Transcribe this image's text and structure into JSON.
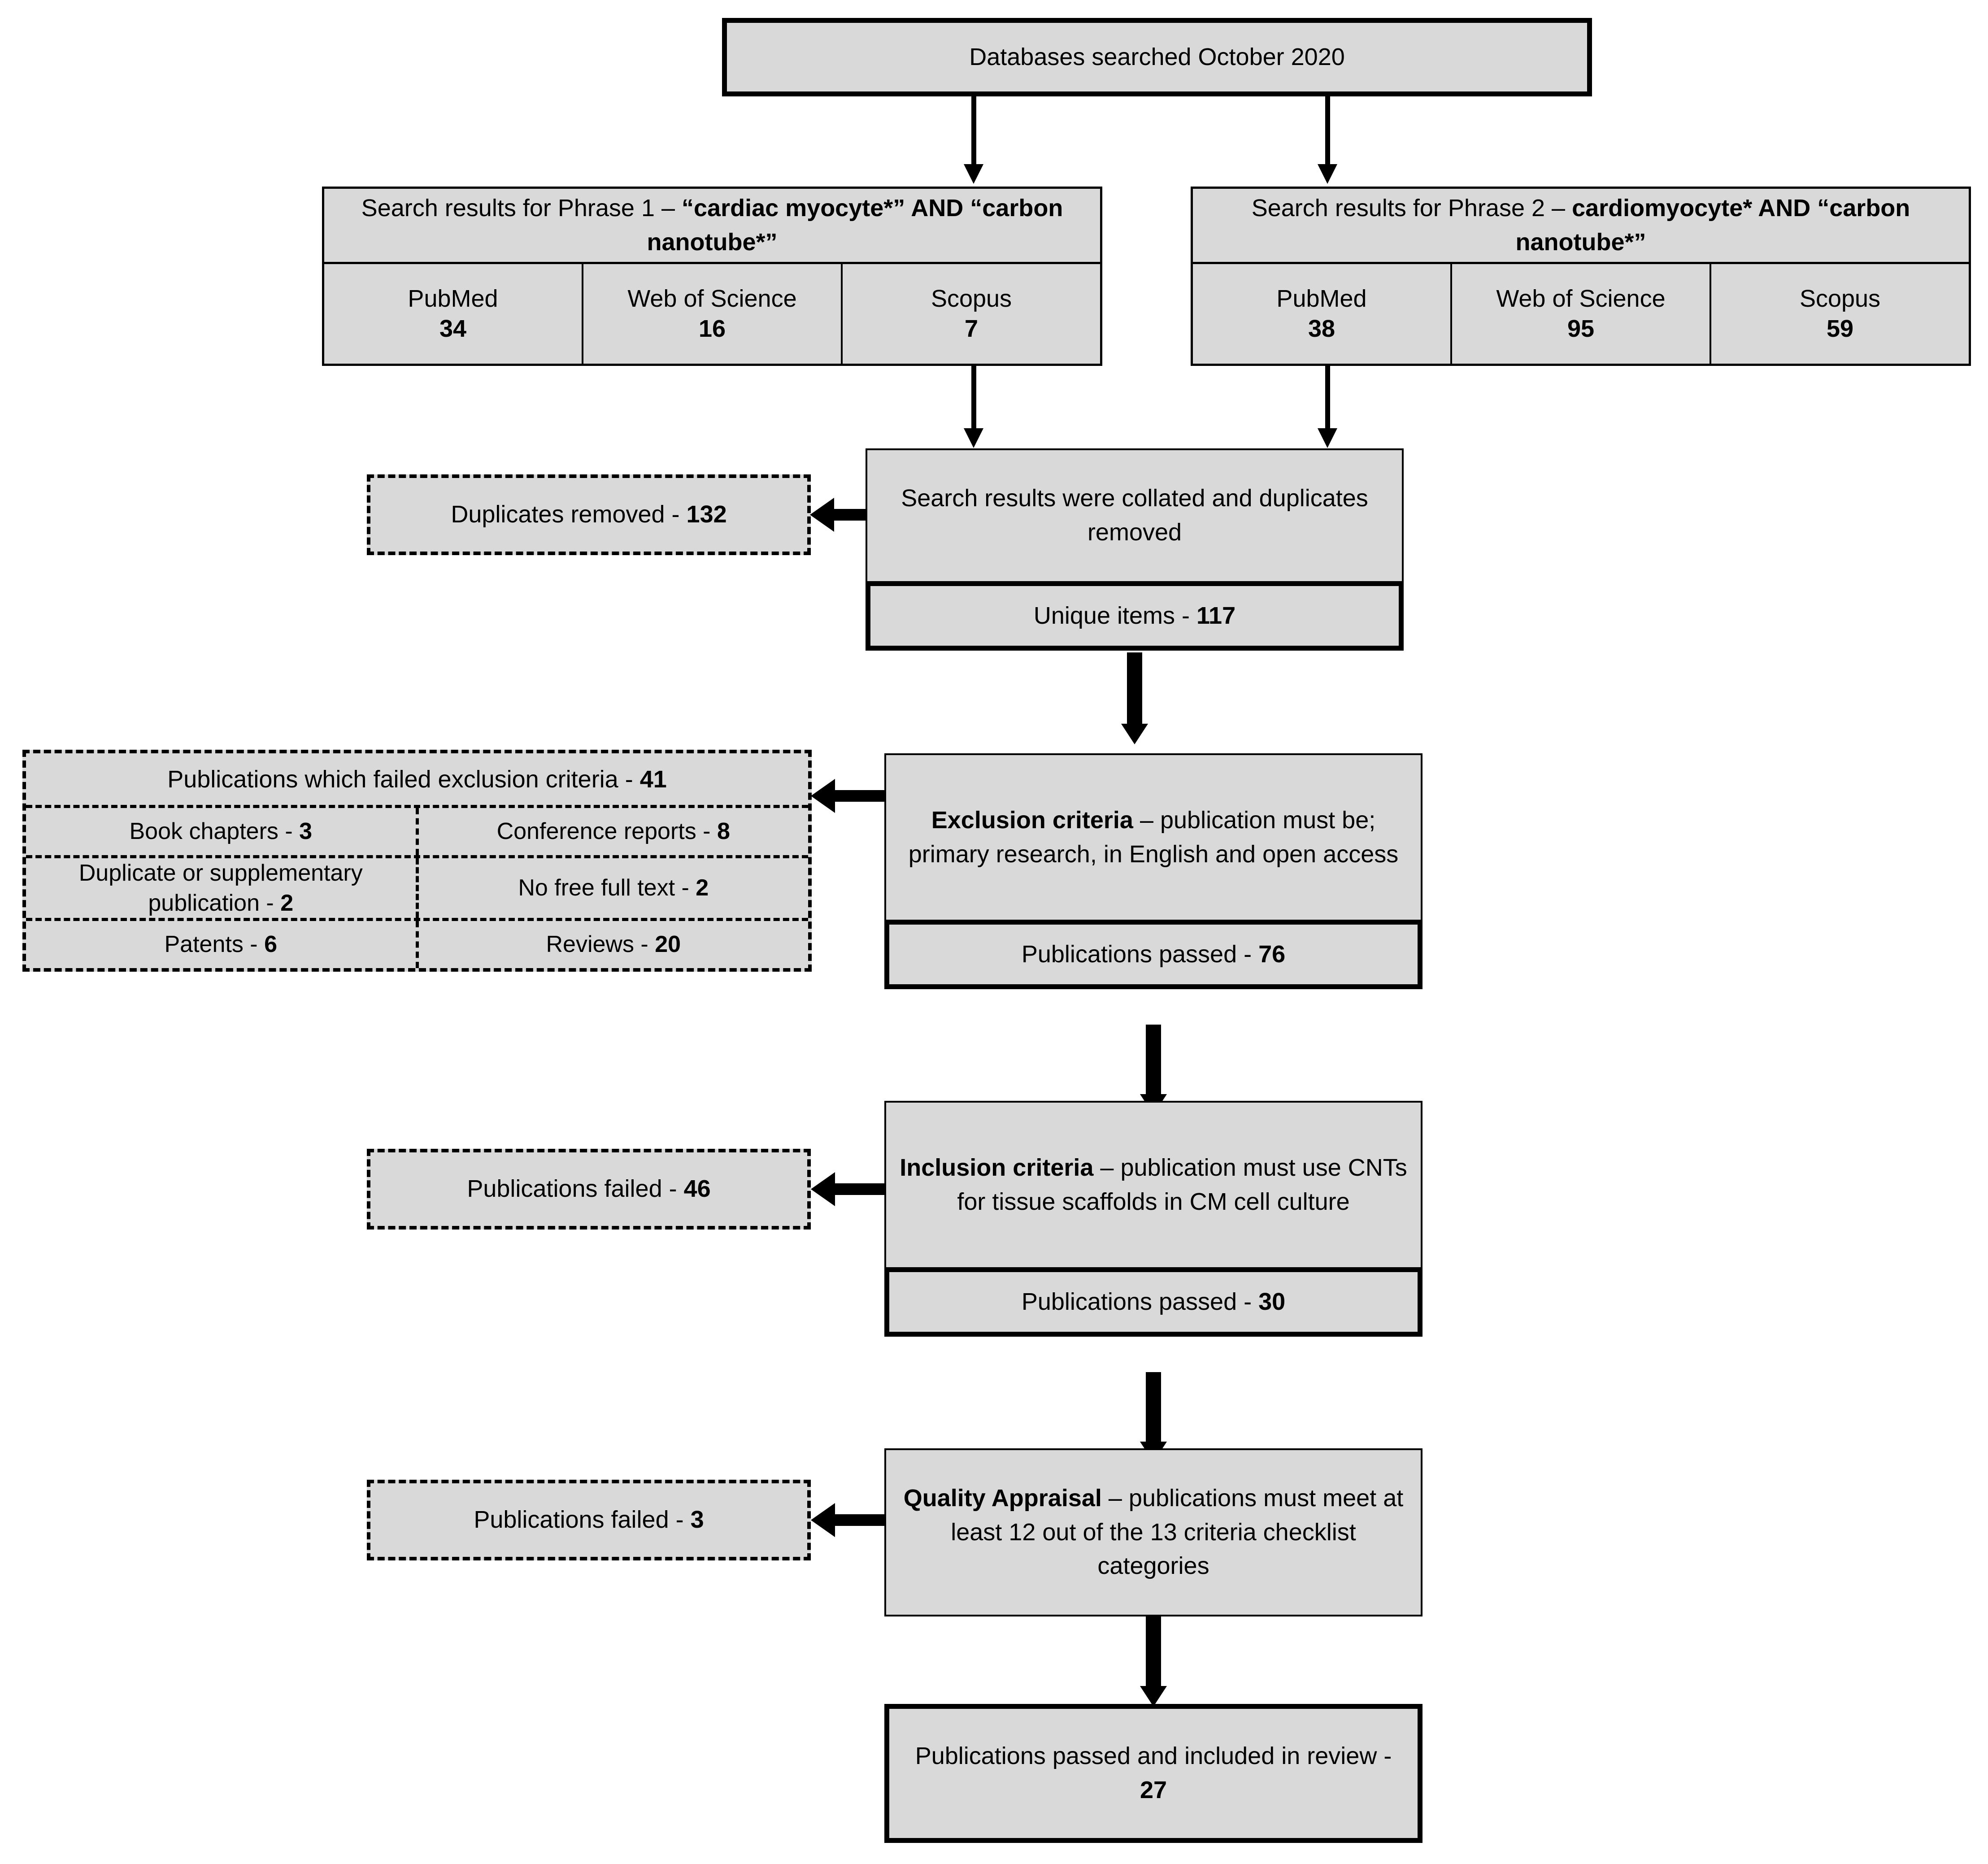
{
  "diagram": {
    "title": "Systematic review search and screening flowchart",
    "colors": {
      "node_fill": "#d9d9d9",
      "border": "#000000",
      "background": "#ffffff"
    }
  },
  "nodes": {
    "databases_searched": {
      "label": "Databases searched October 2020"
    },
    "phrase1": {
      "head_prefix": "Search results for Phrase 1 – ",
      "head_bold": "“cardiac myocyte*” AND “carbon nanotube*”",
      "columns": [
        {
          "name": "PubMed",
          "count": "34"
        },
        {
          "name": "Web of Science",
          "count": "16"
        },
        {
          "name": "Scopus",
          "count": "7"
        }
      ]
    },
    "phrase2": {
      "head_prefix": "Search results for Phrase 2 – ",
      "head_bold": "cardiomyocyte* AND “carbon nanotube*”",
      "columns": [
        {
          "name": "PubMed",
          "count": "38"
        },
        {
          "name": "Web of Science",
          "count": "95"
        },
        {
          "name": "Scopus",
          "count": "59"
        }
      ]
    },
    "duplicates_removed": {
      "label_prefix": "Duplicates removed - ",
      "value": "132"
    },
    "collation": {
      "label": "Search results were collated and duplicates removed",
      "result_prefix": "Unique items - ",
      "result_value": "117"
    },
    "exclusion_failed": {
      "head_prefix": "Publications which failed exclusion criteria - ",
      "head_value": "41",
      "rows": [
        [
          {
            "label_prefix": "Book chapters - ",
            "value": "3"
          },
          {
            "label_prefix": "Conference reports - ",
            "value": "8"
          }
        ],
        [
          {
            "label_prefix": "Duplicate or supplementary publication - ",
            "value": "2"
          },
          {
            "label_prefix": "No free full text - ",
            "value": "2"
          }
        ],
        [
          {
            "label_prefix": "Patents - ",
            "value": "6"
          },
          {
            "label_prefix": "Reviews - ",
            "value": "20"
          }
        ]
      ]
    },
    "exclusion_criteria": {
      "bold": "Exclusion criteria",
      "rest": " – publication must be; primary research, in English and open access",
      "result_prefix": "Publications passed - ",
      "result_value": "76"
    },
    "inclusion_failed": {
      "label_prefix": "Publications failed - ",
      "value": "46"
    },
    "inclusion_criteria": {
      "bold": "Inclusion criteria",
      "rest": " – publication must use CNTs for tissue scaffolds in CM cell culture",
      "result_prefix": "Publications passed - ",
      "result_value": "30"
    },
    "quality_failed": {
      "label_prefix": "Publications failed - ",
      "value": "3"
    },
    "quality_appraisal": {
      "bold": "Quality Appraisal",
      "rest": " – publications must meet at least 12 out of the 13 criteria checklist categories"
    },
    "final_included": {
      "label_prefix": "Publications passed and included in review - ",
      "value": "27"
    }
  },
  "chart_data": {
    "type": "table",
    "title": "Literature search and screening counts",
    "searches": [
      {
        "phrase": "Phrase 1 – “cardiac myocyte*” AND “carbon nanotube*”",
        "PubMed": 34,
        "Web of Science": 16,
        "Scopus": 7
      },
      {
        "phrase": "Phrase 2 – cardiomyocyte* AND “carbon nanotube*”",
        "PubMed": 38,
        "Web of Science": 95,
        "Scopus": 59
      }
    ],
    "stages": [
      {
        "stage": "Duplicates removed",
        "value": 132
      },
      {
        "stage": "Unique items",
        "value": 117
      },
      {
        "stage": "Failed exclusion criteria",
        "value": 41
      },
      {
        "stage": "Book chapters",
        "value": 3
      },
      {
        "stage": "Conference reports",
        "value": 8
      },
      {
        "stage": "Duplicate or supplementary publication",
        "value": 2
      },
      {
        "stage": "No free full text",
        "value": 2
      },
      {
        "stage": "Patents",
        "value": 6
      },
      {
        "stage": "Reviews",
        "value": 20
      },
      {
        "stage": "Passed exclusion criteria",
        "value": 76
      },
      {
        "stage": "Failed inclusion criteria",
        "value": 46
      },
      {
        "stage": "Passed inclusion criteria",
        "value": 30
      },
      {
        "stage": "Failed quality appraisal",
        "value": 3
      },
      {
        "stage": "Included in review",
        "value": 27
      }
    ]
  }
}
